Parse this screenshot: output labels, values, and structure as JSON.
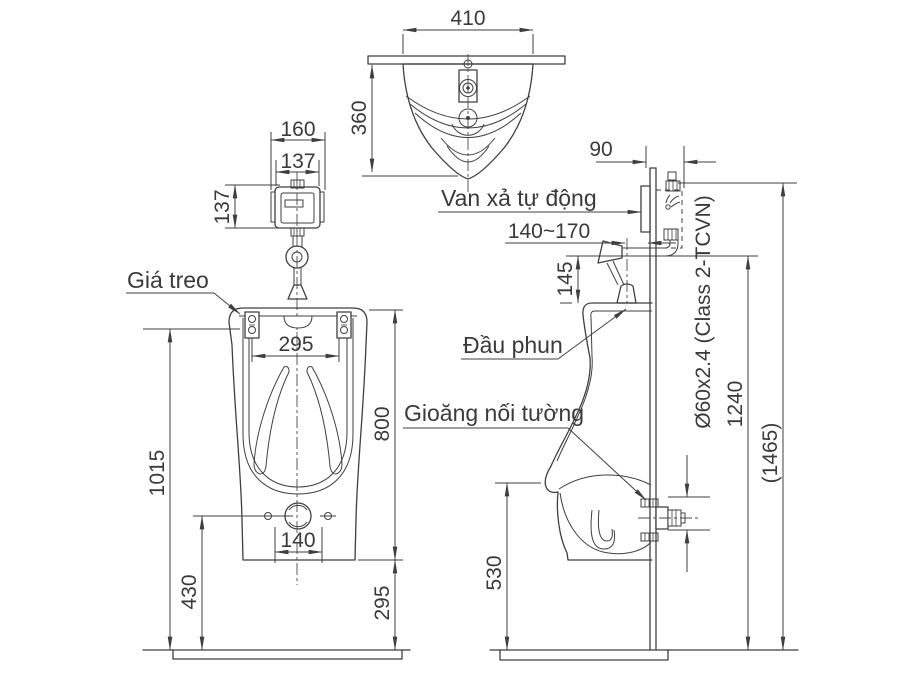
{
  "colors": {
    "line": "#3f3f3f",
    "background": "#ffffff"
  },
  "labels": {
    "bracket": "Giá treo",
    "flush_valve": "Van xả tự động",
    "spray_head": "Đầu phun",
    "wall_gasket": "Gioăng nối tường"
  },
  "dimensions": {
    "top_width": "410",
    "top_depth": "360",
    "wall_gap": "90",
    "valve_outer_width": "160",
    "valve_inner_width": "137",
    "valve_height": "137",
    "rim_width": "295",
    "body_height": "800",
    "mount_height": "1015",
    "drain_height": "430",
    "bolt_spacing": "140",
    "body_to_floor": "295",
    "supply_range": "140~170",
    "spray_offset": "145",
    "lip_height": "530",
    "outlet_pipe_spec": "Ø60x2.4 (Class 2-TCVN)",
    "outlet_height": "1240",
    "overall_height": "(1465)"
  }
}
